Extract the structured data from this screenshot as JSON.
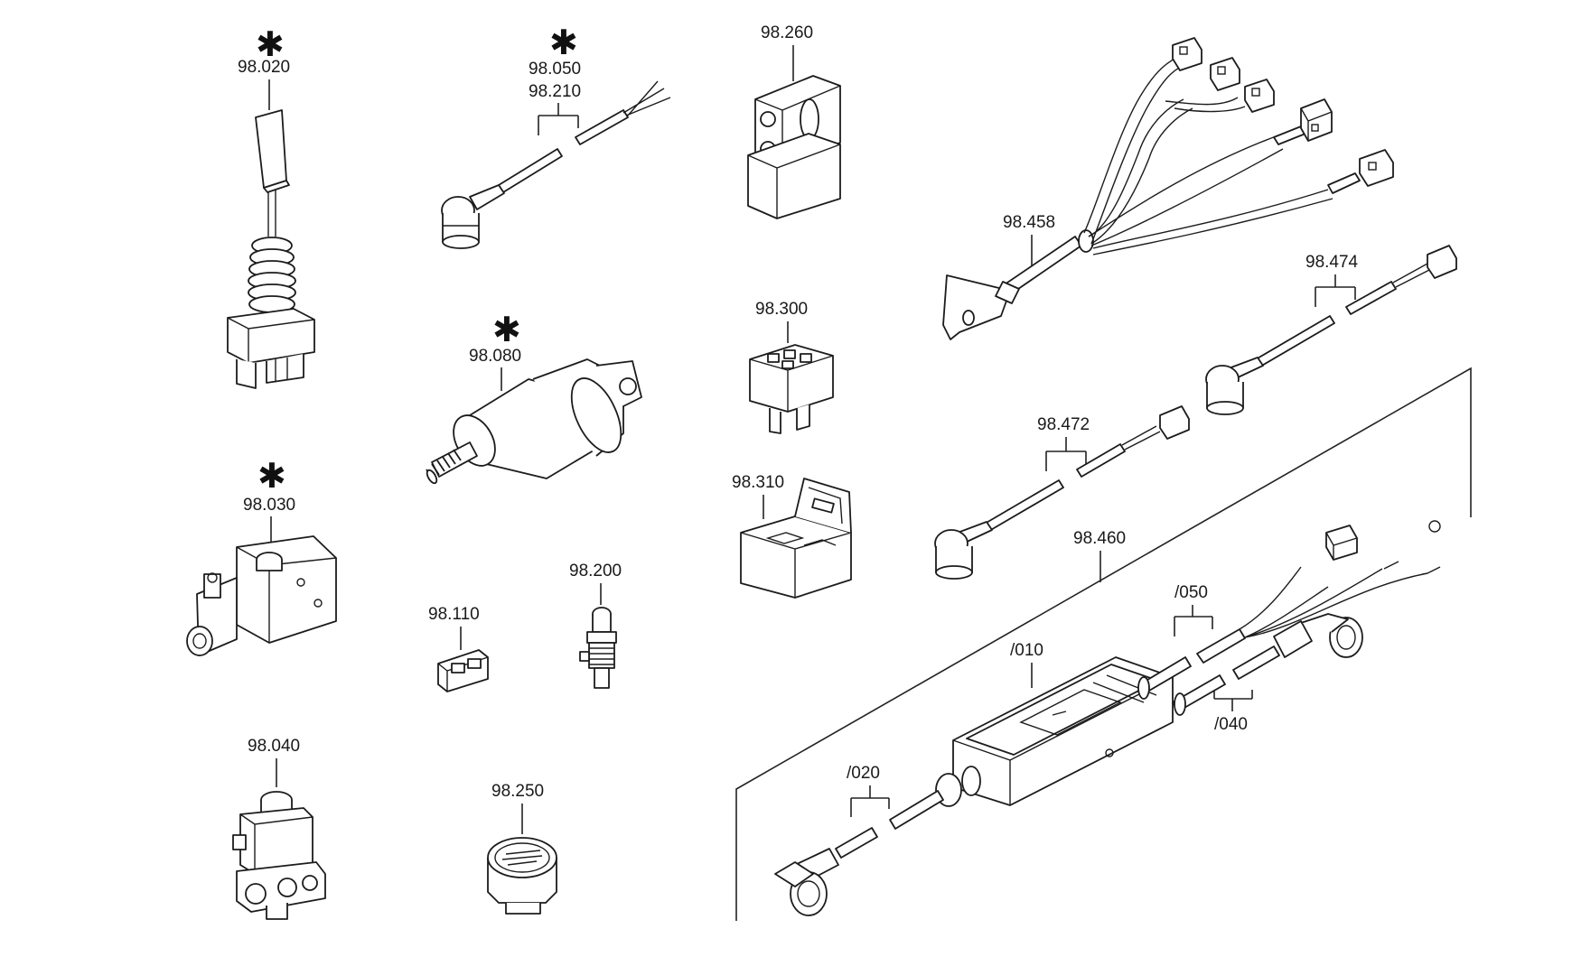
{
  "labels": {
    "p98020": "98.020",
    "p98030": "98.030",
    "p98040": "98.040",
    "p98050": "98.050",
    "p98210": "98.210",
    "p98080": "98.080",
    "p98110": "98.110",
    "p98200": "98.200",
    "p98250": "98.250",
    "p98260": "98.260",
    "p98300": "98.300",
    "p98310": "98.310",
    "p98458": "98.458",
    "p98474": "98.474",
    "p98472": "98.472",
    "p98460": "98.460",
    "s050": "/050",
    "s010": "/010",
    "s040": "/040",
    "s020": "/020"
  },
  "markers": {
    "asterisk": "✱"
  }
}
